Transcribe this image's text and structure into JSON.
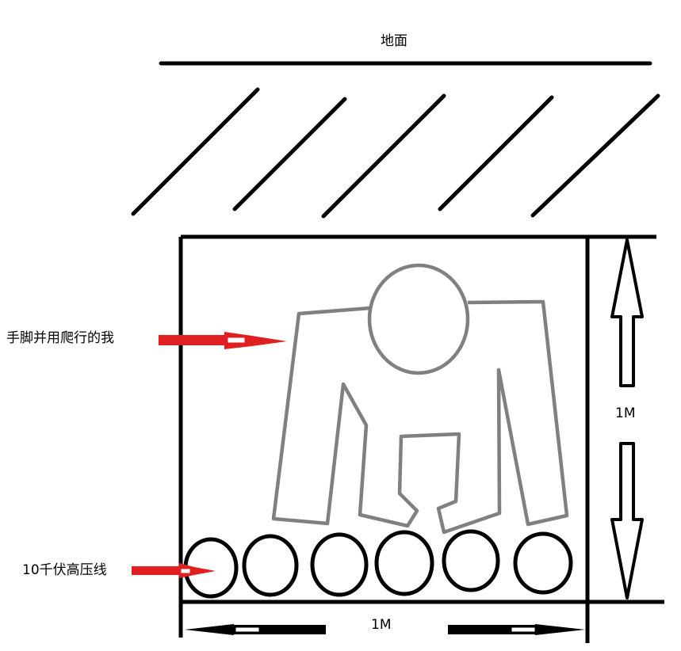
{
  "labels": {
    "ground": "地面",
    "me": "手脚并用爬行的我",
    "wire": "10千伏高压线",
    "height": "1M",
    "width": "1M"
  },
  "colors": {
    "line": "#000000",
    "figure": "#808080",
    "arrow": "#e02020"
  }
}
